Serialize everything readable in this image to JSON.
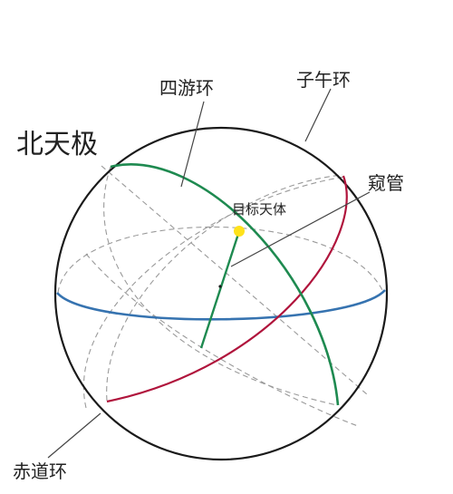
{
  "labels": {
    "north_celestial_pole": "北天极",
    "four_travel_ring": "四游环",
    "meridian_ring": "子午环",
    "sighting_tube": "窥管",
    "target_body": "目标天体",
    "equator_ring": "赤道环"
  },
  "colors": {
    "sphere": "#1a1a1a",
    "dashed_ring": "#9a9a9a",
    "meridian_ring": "#b0143c",
    "four_travel_ring": "#1e8a50",
    "horizon_ring": "#3673b0",
    "target_marker": "#ffe21a",
    "leader_line": "#444444"
  },
  "icons": {
    "target_marker": "yellow-dot"
  }
}
